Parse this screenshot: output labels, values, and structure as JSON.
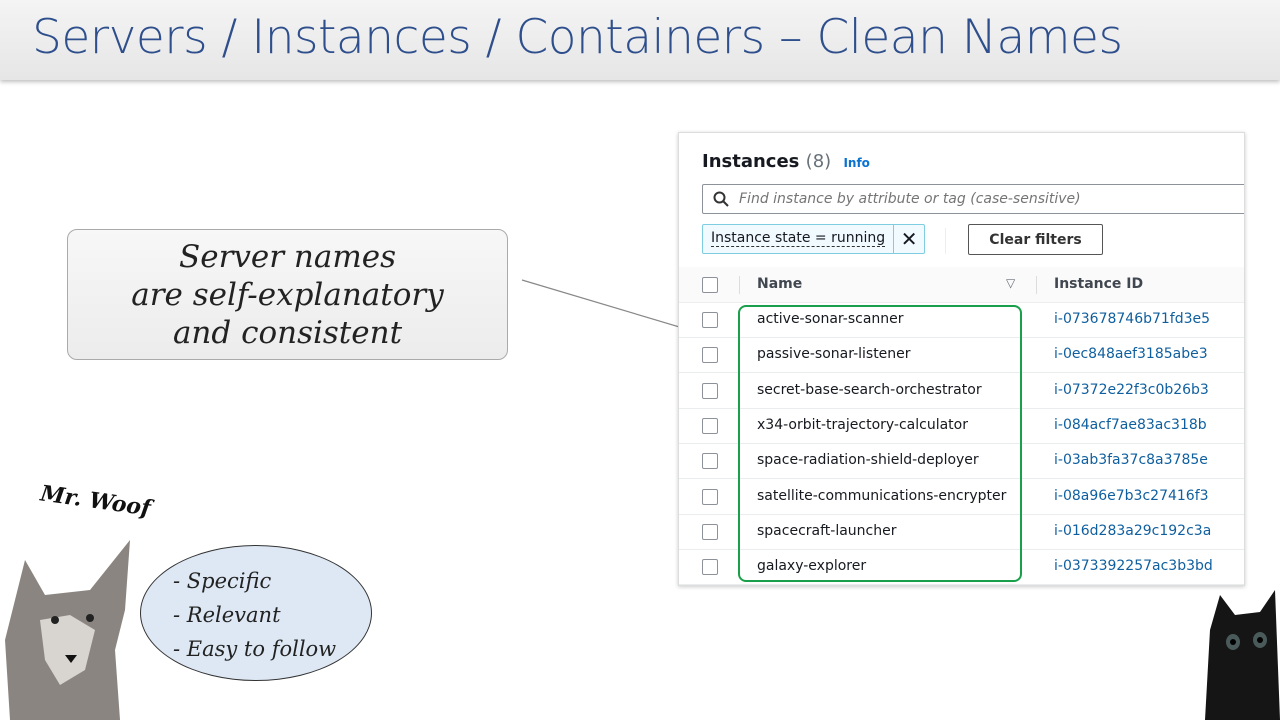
{
  "title": "Servers / Instances / Containers – Clean Names",
  "callout": {
    "lines": [
      "Server names",
      "are self-explanatory",
      "and consistent"
    ]
  },
  "mascot": {
    "name": "Mr. Woof",
    "points": [
      "- Specific",
      "- Relevant",
      "- Easy to follow"
    ]
  },
  "panel": {
    "heading": "Instances",
    "count": "(8)",
    "info": "Info",
    "search_placeholder": "Find instance by attribute or tag (case-sensitive)",
    "filter_token": "Instance state = running",
    "clear_filters": "Clear filters",
    "columns": {
      "name": "Name",
      "instance_id": "Instance ID"
    },
    "rows": [
      {
        "name": "active-sonar-scanner",
        "id": "i-073678746b71fd3e5"
      },
      {
        "name": "passive-sonar-listener",
        "id": "i-0ec848aef3185abe3"
      },
      {
        "name": "secret-base-search-orchestrator",
        "id": "i-07372e22f3c0b26b3"
      },
      {
        "name": "x34-orbit-trajectory-calculator",
        "id": "i-084acf7ae83ac318b"
      },
      {
        "name": "space-radiation-shield-deployer",
        "id": "i-03ab3fa37c8a3785e"
      },
      {
        "name": "satellite-communications-encrypter",
        "id": "i-08a96e7b3c27416f3"
      },
      {
        "name": "spacecraft-launcher",
        "id": "i-016d283a29c192c3a"
      },
      {
        "name": "galaxy-explorer",
        "id": "i-0373392257ac3b3bd"
      }
    ]
  },
  "colors": {
    "title": "#2e4f8c",
    "highlight": "#1aa04c",
    "link": "#0f5f9f"
  }
}
